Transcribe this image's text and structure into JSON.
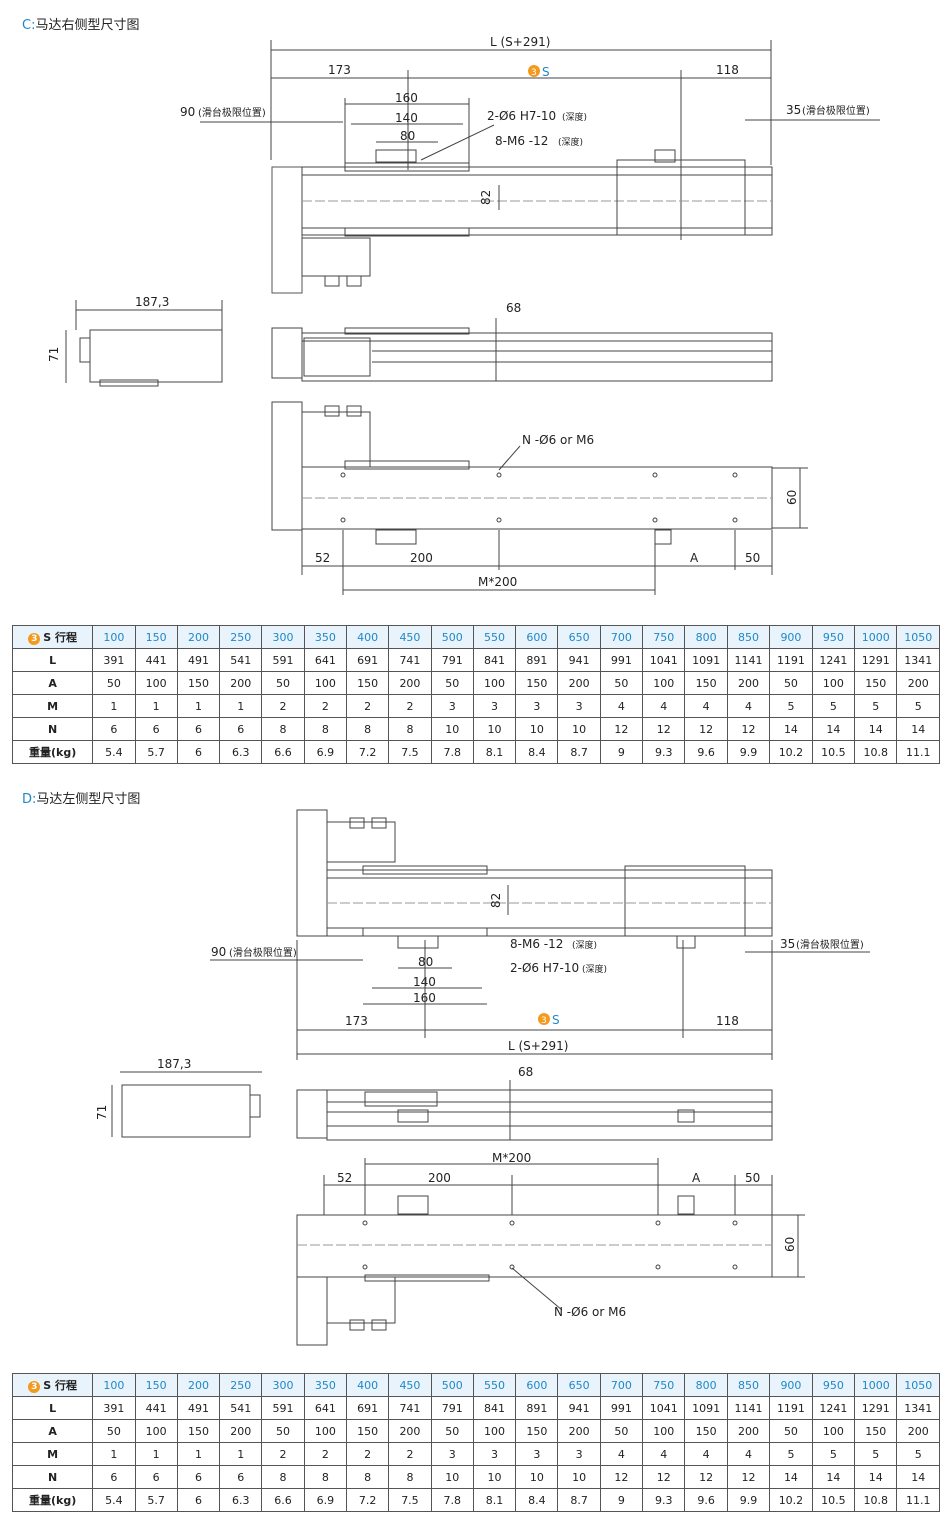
{
  "sectionC": {
    "tag": "C:",
    "title": "马达右侧型尺寸图",
    "dims": {
      "L": "L (S+291)",
      "d173": "173",
      "S": "S",
      "d118": "118",
      "d90": "90",
      "limit": "(滑台极限位置)",
      "d160": "160",
      "d140": "140",
      "d80": "80",
      "hole1": "2-Ø6 H7-10",
      "depth": "(深度)",
      "hole2": "8-M6 -12",
      "d35": "35",
      "d82": "82",
      "d187": "187,3",
      "d71": "71",
      "d68": "68",
      "nhole": "N -Ø6 or M6",
      "d60": "60",
      "d52": "52",
      "d200": "200",
      "A": "A",
      "d50": "50",
      "m200": "M*200"
    }
  },
  "sectionD": {
    "tag": "D:",
    "title": "马达左侧型尺寸图"
  },
  "table": {
    "stroke_label": "S 行程",
    "badge": "3",
    "row_labels": [
      "L",
      "A",
      "M",
      "N",
      "重量(kg)"
    ],
    "strokes": [
      "100",
      "150",
      "200",
      "250",
      "300",
      "350",
      "400",
      "450",
      "500",
      "550",
      "600",
      "650",
      "700",
      "750",
      "800",
      "850",
      "900",
      "950",
      "1000",
      "1050"
    ],
    "L": [
      "391",
      "441",
      "491",
      "541",
      "591",
      "641",
      "691",
      "741",
      "791",
      "841",
      "891",
      "941",
      "991",
      "1041",
      "1091",
      "1141",
      "1191",
      "1241",
      "1291",
      "1341"
    ],
    "A": [
      "50",
      "100",
      "150",
      "200",
      "50",
      "100",
      "150",
      "200",
      "50",
      "100",
      "150",
      "200",
      "50",
      "100",
      "150",
      "200",
      "50",
      "100",
      "150",
      "200"
    ],
    "M": [
      "1",
      "1",
      "1",
      "1",
      "2",
      "2",
      "2",
      "2",
      "3",
      "3",
      "3",
      "3",
      "4",
      "4",
      "4",
      "4",
      "5",
      "5",
      "5",
      "5"
    ],
    "N": [
      "6",
      "6",
      "6",
      "6",
      "8",
      "8",
      "8",
      "8",
      "10",
      "10",
      "10",
      "10",
      "12",
      "12",
      "12",
      "12",
      "14",
      "14",
      "14",
      "14"
    ],
    "W": [
      "5.4",
      "5.7",
      "6",
      "6.3",
      "6.6",
      "6.9",
      "7.2",
      "7.5",
      "7.8",
      "8.1",
      "8.4",
      "8.7",
      "9",
      "9.3",
      "9.6",
      "9.9",
      "10.2",
      "10.5",
      "10.8",
      "11.1"
    ]
  },
  "colors": {
    "accent": "#1e88c8",
    "badge": "#f39a1e"
  }
}
